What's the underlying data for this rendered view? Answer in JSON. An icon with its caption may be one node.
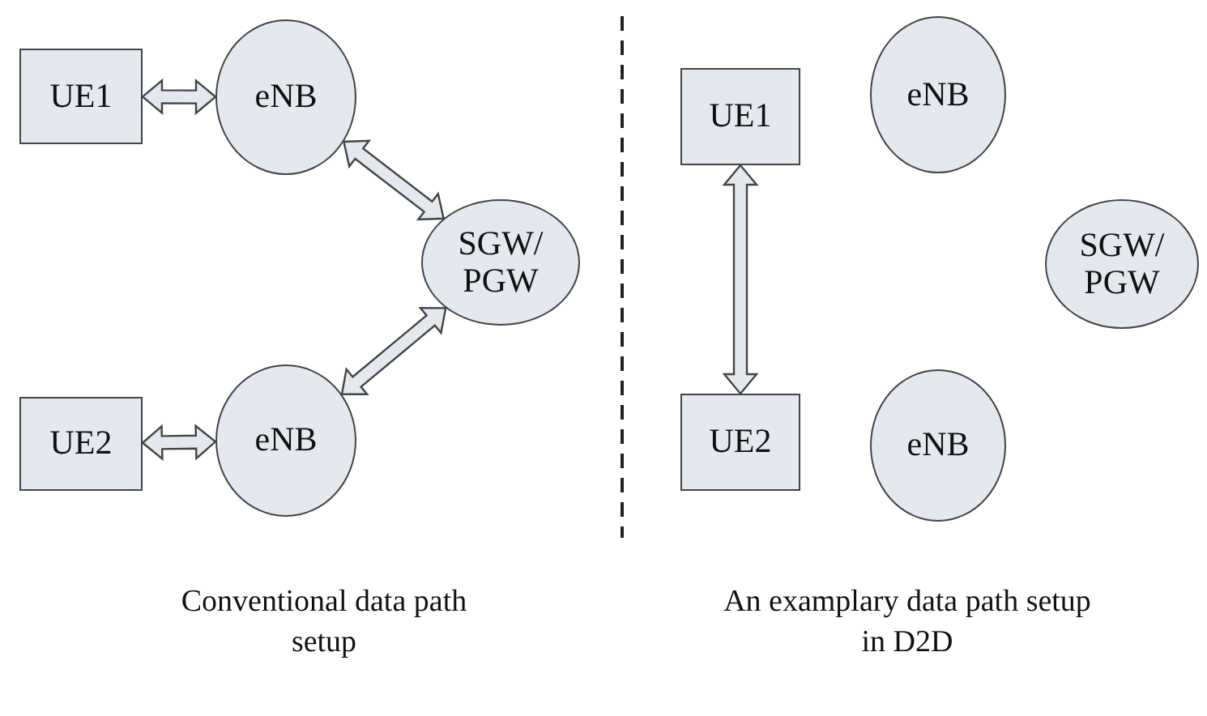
{
  "diagram": {
    "nodes": [
      {
        "text": [
          "UE1"
        ]
      },
      {
        "text": [
          "eNB"
        ]
      },
      {
        "text": [
          "SGW/ PGW"
        ]
      },
      {
        "text": [
          "UE2"
        ]
      },
      {
        "text": [
          "eNB"
        ]
      },
      {
        "text": [
          "UE1"
        ]
      },
      {
        "text": [
          "eNB"
        ]
      },
      {
        "text": [
          "SGW/ PGW"
        ]
      },
      {
        "text": [
          "UE2"
        ]
      },
      {
        "text": [
          "eNB"
        ]
      }
    ],
    "edges": [
      {
        "from": 0,
        "to": 1,
        "arrow": "both"
      },
      {
        "from": 1,
        "to": 2,
        "arrow": "both"
      },
      {
        "from": 2,
        "to": 4,
        "arrow": "both"
      },
      {
        "from": 3,
        "to": 4,
        "arrow": "both"
      },
      {
        "from": 5,
        "to": 8,
        "arrow": "both"
      }
    ],
    "labels": [
      "Conventional data path setup",
      "An examplary data path setup in D2D"
    ]
  }
}
